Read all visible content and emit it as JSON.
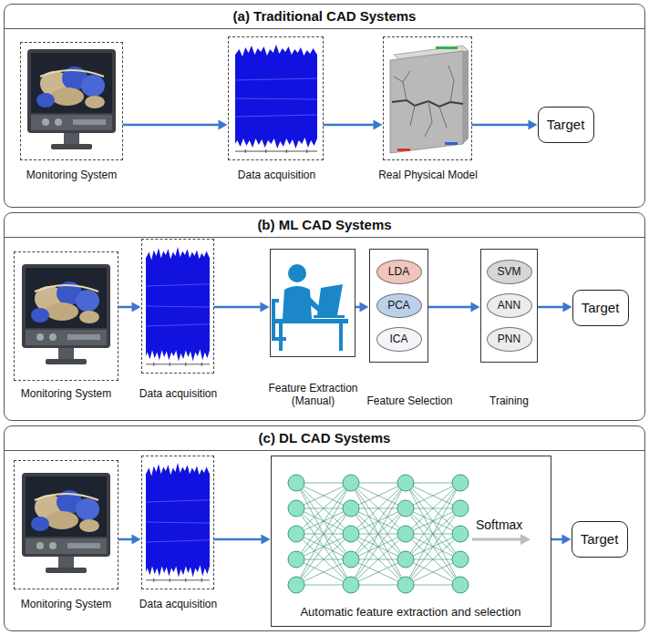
{
  "diagram": {
    "nodes": [
      {
        "text": [
          "(a) Traditional CAD Systems"
        ]
      },
      {
        "text": [
          "Monitoring System"
        ],
        "in": 0
      },
      {
        "text": [
          "Data acquisition"
        ],
        "in": 0
      },
      {
        "text": [
          "Real Physical Model"
        ],
        "in": 0
      },
      {
        "text": [
          "Target"
        ],
        "in": 0
      },
      {
        "text": [
          "(b) ML CAD Systems"
        ]
      },
      {
        "text": [
          "Monitoring System"
        ],
        "in": 5
      },
      {
        "text": [
          "Data acquisition"
        ],
        "in": 5
      },
      {
        "text": [
          "Feature Extraction (Manual)"
        ],
        "in": 5
      },
      {
        "text": [
          "Feature Selection"
        ],
        "in": 5
      },
      {
        "text": [
          "LDA"
        ],
        "in": 9
      },
      {
        "text": [
          "PCA"
        ],
        "in": 9
      },
      {
        "text": [
          "ICA"
        ],
        "in": 9
      },
      {
        "text": [
          "Training"
        ],
        "in": 5
      },
      {
        "text": [
          "SVM"
        ],
        "in": 13
      },
      {
        "text": [
          "ANN"
        ],
        "in": 13
      },
      {
        "text": [
          "PNN"
        ],
        "in": 13
      },
      {
        "text": [
          "Target"
        ],
        "in": 5
      },
      {
        "text": [
          "(c) DL CAD Systems"
        ]
      },
      {
        "text": [
          "Monitoring System"
        ],
        "in": 18
      },
      {
        "text": [
          "Data acquisition"
        ],
        "in": 18
      },
      {
        "text": [
          "Automatic feature extraction and selection"
        ],
        "in": 18
      },
      {
        "text": [
          "Target"
        ],
        "in": 18
      }
    ],
    "edges": [
      {
        "from": 1,
        "to": 2,
        "arrow": "to"
      },
      {
        "from": 2,
        "to": 3,
        "arrow": "to"
      },
      {
        "from": 3,
        "to": 4,
        "arrow": "to"
      },
      {
        "from": 6,
        "to": 7,
        "arrow": "to"
      },
      {
        "from": 7,
        "to": 8,
        "arrow": "to"
      },
      {
        "from": 8,
        "to": 9,
        "arrow": "to"
      },
      {
        "from": 9,
        "to": 13,
        "arrow": "to"
      },
      {
        "from": 13,
        "to": 17,
        "arrow": "to"
      },
      {
        "from": 19,
        "to": 20,
        "arrow": "to"
      },
      {
        "from": 20,
        "to": 21,
        "arrow": "to"
      },
      {
        "from": 21,
        "to": 22,
        "arrow": "to"
      }
    ],
    "labels": [
      "Softmax"
    ]
  }
}
